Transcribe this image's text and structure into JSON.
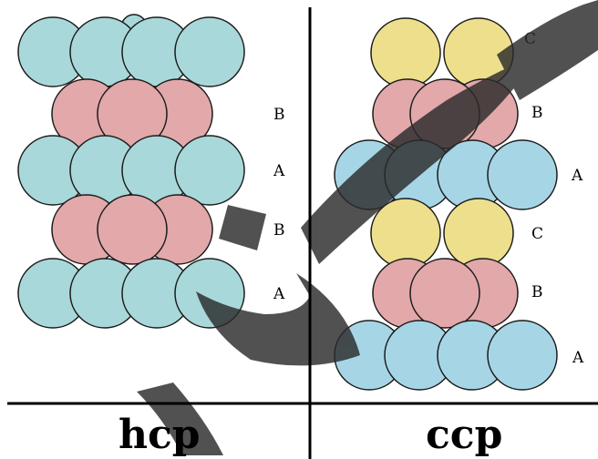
{
  "colors": {
    "layer_a": "#a9d8da",
    "layer_b": "#e2a8aa",
    "layer_c": "#eddf8c",
    "layer_a_ccp": "#a6d6e6",
    "outline": "#1b1b1b",
    "watermark": "#2b2b2b"
  },
  "hcp": {
    "caption": "hcp",
    "layers": [
      {
        "type": "A",
        "label": "A"
      },
      {
        "type": "B",
        "label": "B"
      },
      {
        "type": "A",
        "label": "A"
      },
      {
        "type": "B",
        "label": "B"
      },
      {
        "type": "A",
        "label": ""
      }
    ]
  },
  "ccp": {
    "caption": "ccp",
    "layers": [
      {
        "type": "A",
        "label": "A"
      },
      {
        "type": "B",
        "label": "B"
      },
      {
        "type": "C",
        "label": "C"
      },
      {
        "type": "A",
        "label": "A"
      },
      {
        "type": "B",
        "label": "B"
      },
      {
        "type": "C",
        "label": "C"
      }
    ]
  },
  "watermark": {
    "description": "large semi-transparent dark diagonal brush-stroke overlay"
  }
}
